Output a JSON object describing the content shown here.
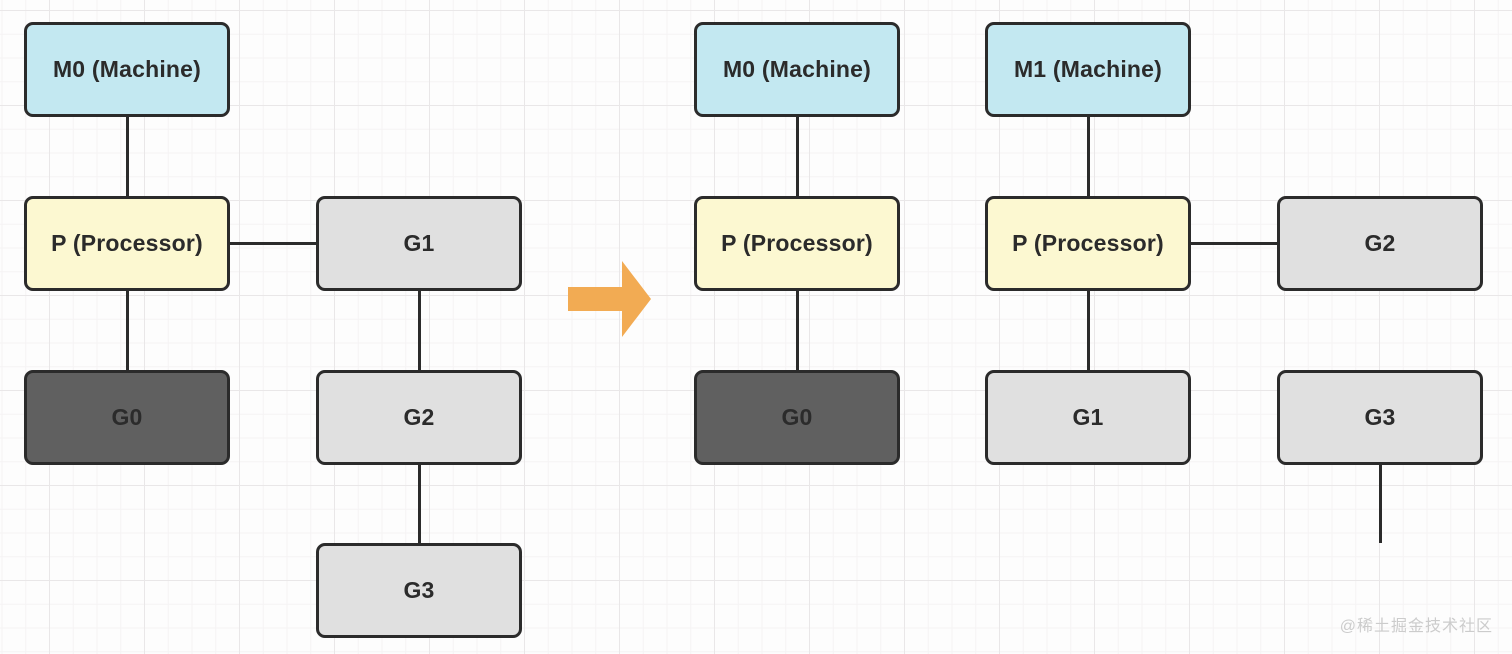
{
  "colors": {
    "machine": "#c3e8f1",
    "processor": "#fcf8d1",
    "goroutine": "#e0e0e0",
    "goroutine_active": "#606060",
    "border": "#2b2b2b",
    "text": "#2b2b2b",
    "arrow": "#f2ab53",
    "grid_major": "#e9e7e8",
    "grid_minor": "#f5f3f4"
  },
  "left_diagram": {
    "nodes": [
      {
        "id": "M0",
        "label": "M0 (Machine)",
        "kind": "machine"
      },
      {
        "id": "P",
        "label": "P (Processor)",
        "kind": "processor"
      },
      {
        "id": "G0",
        "label": "G0",
        "kind": "goroutine-active"
      },
      {
        "id": "G1",
        "label": "G1",
        "kind": "goroutine"
      },
      {
        "id": "G2",
        "label": "G2",
        "kind": "goroutine"
      },
      {
        "id": "G3",
        "label": "G3",
        "kind": "goroutine"
      }
    ],
    "edges": [
      {
        "from": "M0",
        "to": "P"
      },
      {
        "from": "P",
        "to": "G0"
      },
      {
        "from": "P",
        "to": "G1"
      },
      {
        "from": "G1",
        "to": "G2"
      },
      {
        "from": "G2",
        "to": "G3"
      }
    ]
  },
  "arrow": {
    "direction": "right",
    "meaning": "transforms-to"
  },
  "right_diagram": {
    "nodes": [
      {
        "id": "M0",
        "label": "M0 (Machine)",
        "kind": "machine"
      },
      {
        "id": "P0",
        "label": "P (Processor)",
        "kind": "processor"
      },
      {
        "id": "G0",
        "label": "G0",
        "kind": "goroutine-active"
      },
      {
        "id": "M1",
        "label": "M1 (Machine)",
        "kind": "machine"
      },
      {
        "id": "P1",
        "label": "P (Processor)",
        "kind": "processor"
      },
      {
        "id": "G1",
        "label": "G1",
        "kind": "goroutine"
      },
      {
        "id": "G2",
        "label": "G2",
        "kind": "goroutine"
      },
      {
        "id": "G3",
        "label": "G3",
        "kind": "goroutine"
      }
    ],
    "edges": [
      {
        "from": "M0",
        "to": "P0"
      },
      {
        "from": "P0",
        "to": "G0"
      },
      {
        "from": "M1",
        "to": "P1"
      },
      {
        "from": "P1",
        "to": "G1"
      },
      {
        "from": "P1",
        "to": "G2"
      },
      {
        "from": "G2",
        "to": "G3"
      }
    ]
  },
  "watermark": {
    "text": "@稀土掘金技术社区"
  }
}
